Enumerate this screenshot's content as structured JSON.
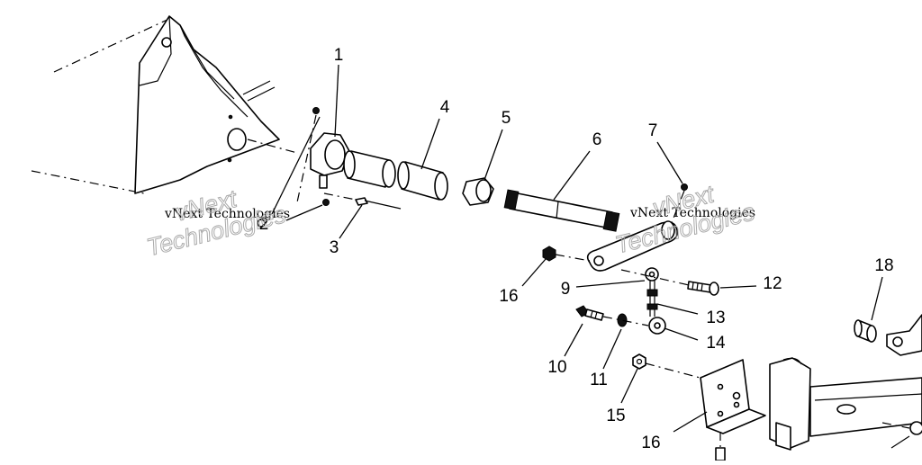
{
  "callouts": {
    "c1": "1",
    "c2": "2",
    "c3": "3",
    "c4": "4",
    "c5": "5",
    "c6": "6",
    "c7": "7",
    "c9": "9",
    "c10": "10",
    "c11": "11",
    "c12": "12",
    "c13": "13",
    "c14": "14",
    "c15": "15",
    "c16a": "16",
    "c16b": "16",
    "c18": "18"
  },
  "watermark": {
    "small": "vNext Technologies",
    "big_line1": "vNext",
    "big_line2": "Technologies"
  }
}
